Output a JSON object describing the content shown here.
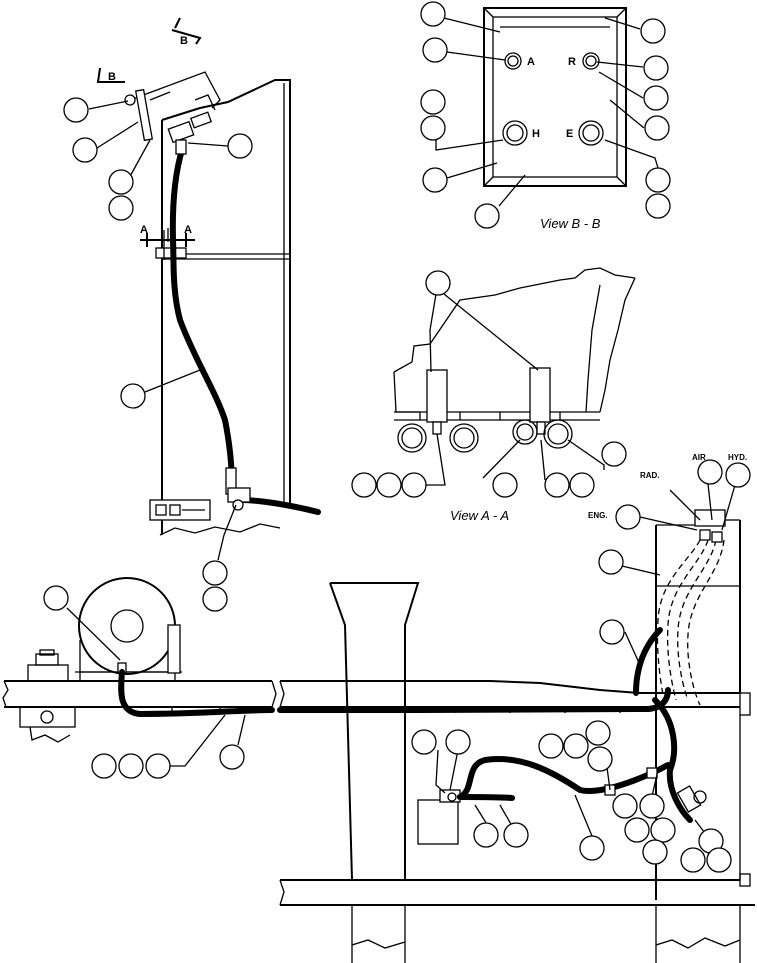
{
  "labels": {
    "section_b_top": "B",
    "section_b_left": "B",
    "section_a_left": "A",
    "section_a_right": "A",
    "port_a": "A",
    "port_r": "R",
    "port_h": "H",
    "port_e": "E",
    "tag_rad": "RAD.",
    "tag_air": "AIR",
    "tag_hyd": "HYD.",
    "tag_eng": "ENG."
  },
  "views": {
    "view_b": "View B - B",
    "view_a": "View A - A"
  },
  "colors": {
    "line": "#000000",
    "background": "#ffffff"
  }
}
